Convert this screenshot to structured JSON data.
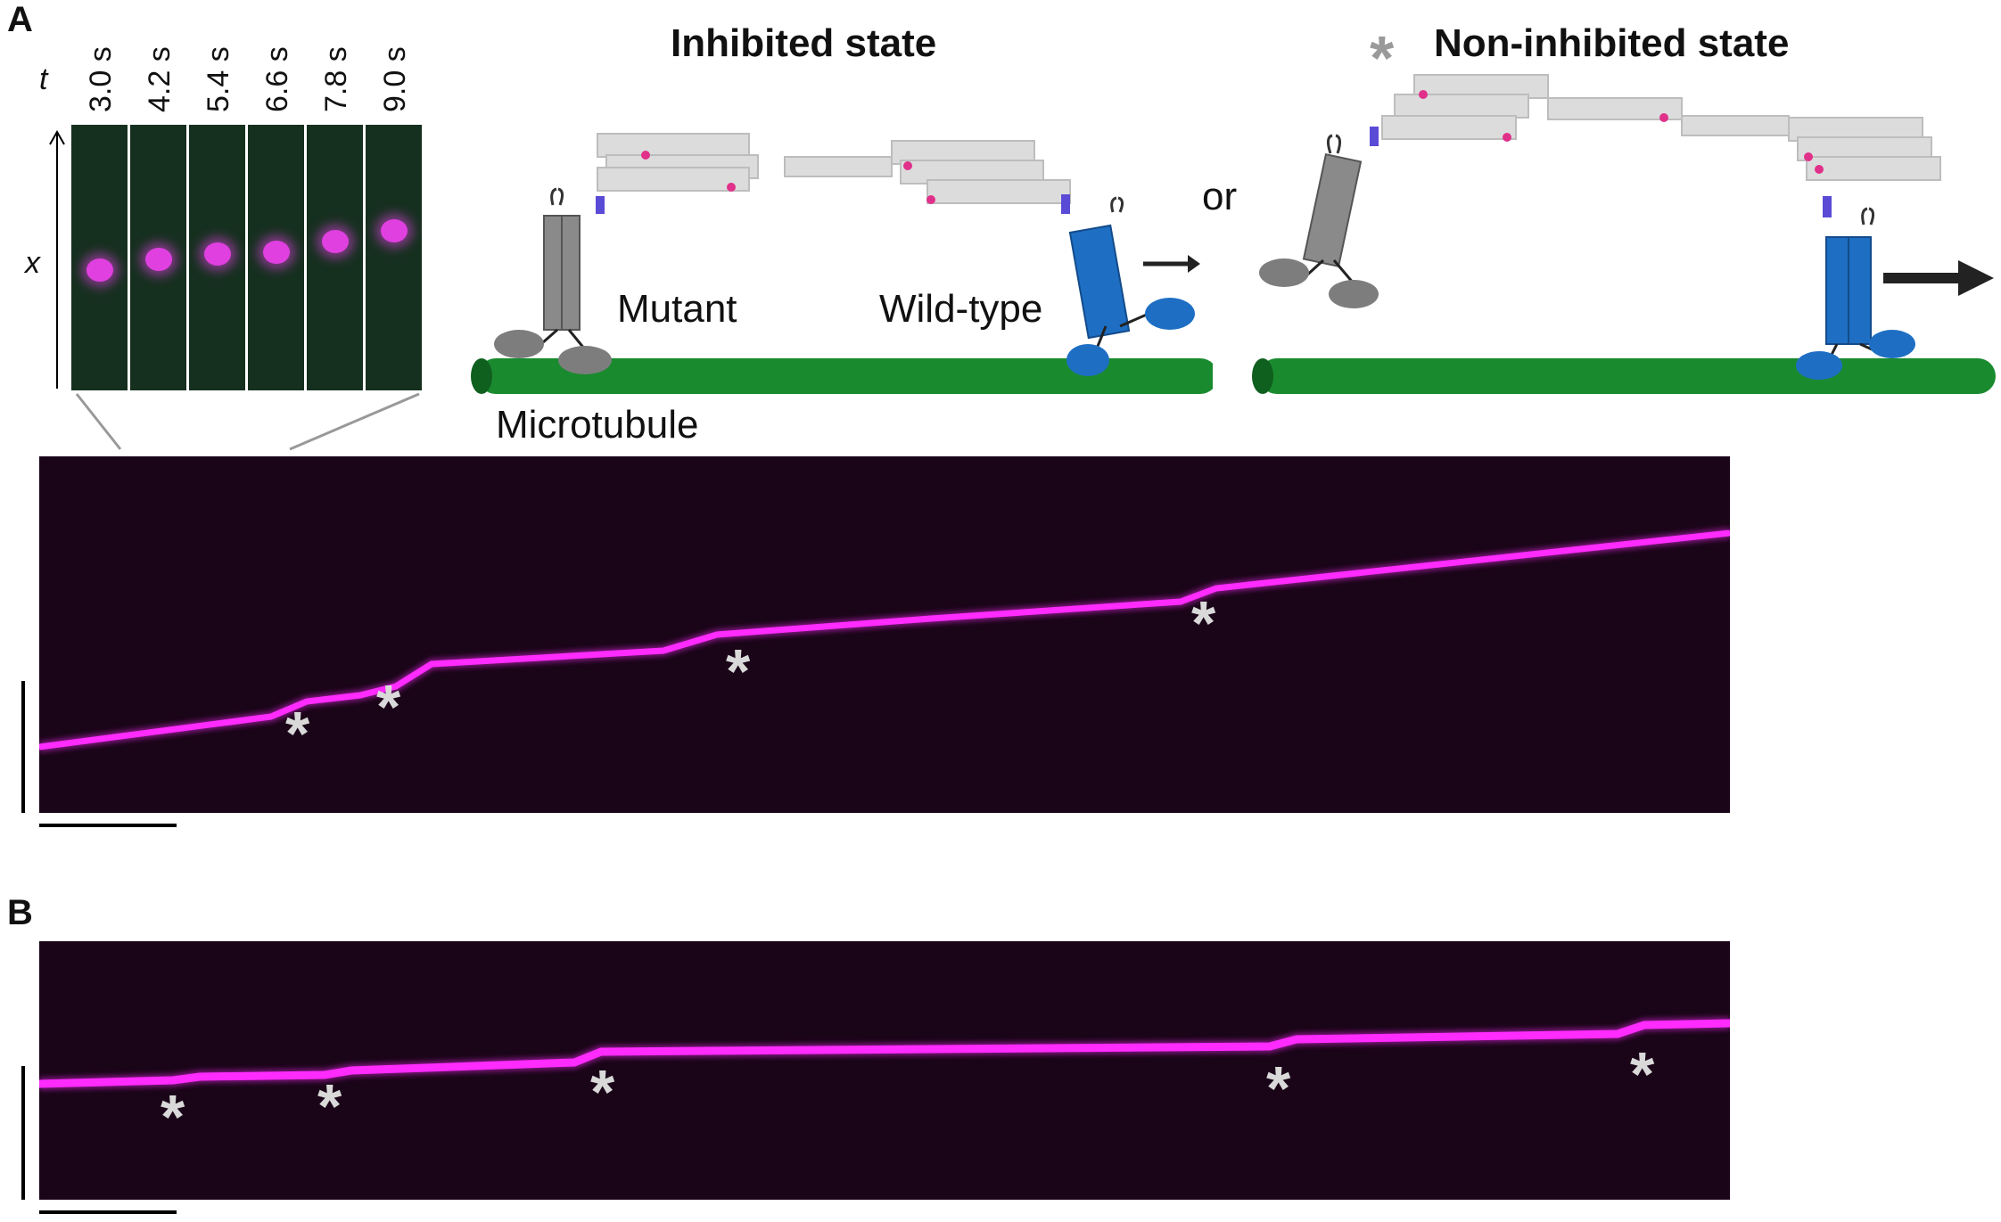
{
  "panels": {
    "a_label": "A",
    "b_label": "B"
  },
  "time_series": {
    "t_label": "t",
    "x_label": "x",
    "times": [
      "3.0 s",
      "4.2 s",
      "5.4 s",
      "6.6 s",
      "7.8 s",
      "9.0 s"
    ]
  },
  "schematic": {
    "inhibited_title": "Inhibited state",
    "noninhibited_title": "Non-inhibited state",
    "noninhibited_marker": "*",
    "or_label": "or",
    "mutant_label": "Mutant",
    "wildtype_label": "Wild-type",
    "microtubule_label": "Microtubule"
  },
  "kymographs": {
    "star_symbol": "*",
    "a_star_count": 4,
    "b_star_count": 5
  },
  "colors": {
    "magenta": "#ff2bff",
    "microtubule_green": "#1a8a2f",
    "wildtype_blue": "#1e6fc4",
    "mutant_gray": "#808080",
    "background_dark": "#1a0518"
  }
}
